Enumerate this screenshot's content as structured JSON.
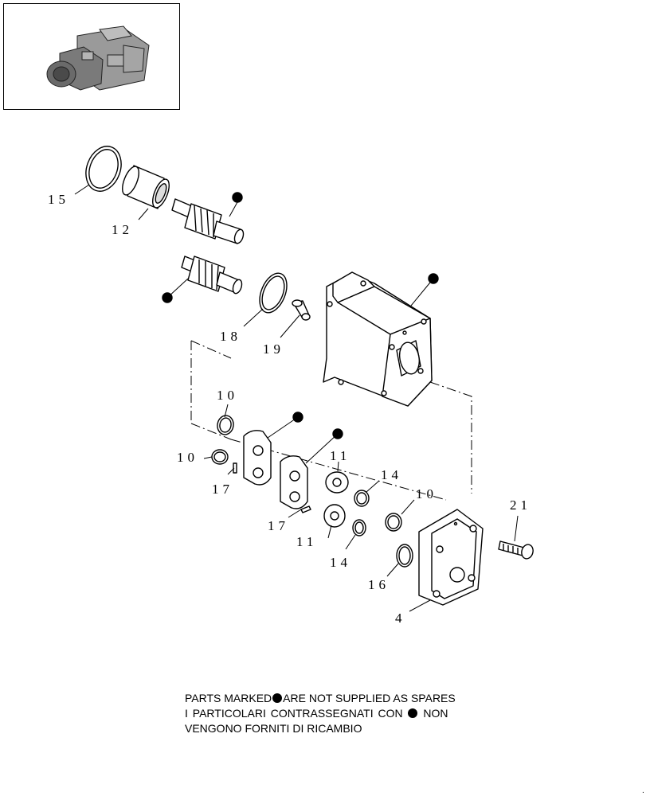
{
  "callouts": {
    "c15": "15",
    "c12": "12",
    "c18": "18",
    "c19": "19",
    "c10a": "10",
    "c10b": "10",
    "c17a": "17",
    "c17b": "17",
    "c11a": "11",
    "c11b": "11",
    "c14a": "14",
    "c14b": "14",
    "c10c": "10",
    "c16": "16",
    "c21": "21",
    "c4": "4"
  },
  "note": {
    "line1_a": "PARTS MARKED",
    "line1_b": "ARE NOT SUPPLIED AS SPARES",
    "line2_a": "I PARTICOLARI  CONTRASSEGNATI  CON",
    "line2_b": "NON",
    "line3": "VENGONO FORNITI DI RICAMBIO"
  },
  "page_mark": "."
}
